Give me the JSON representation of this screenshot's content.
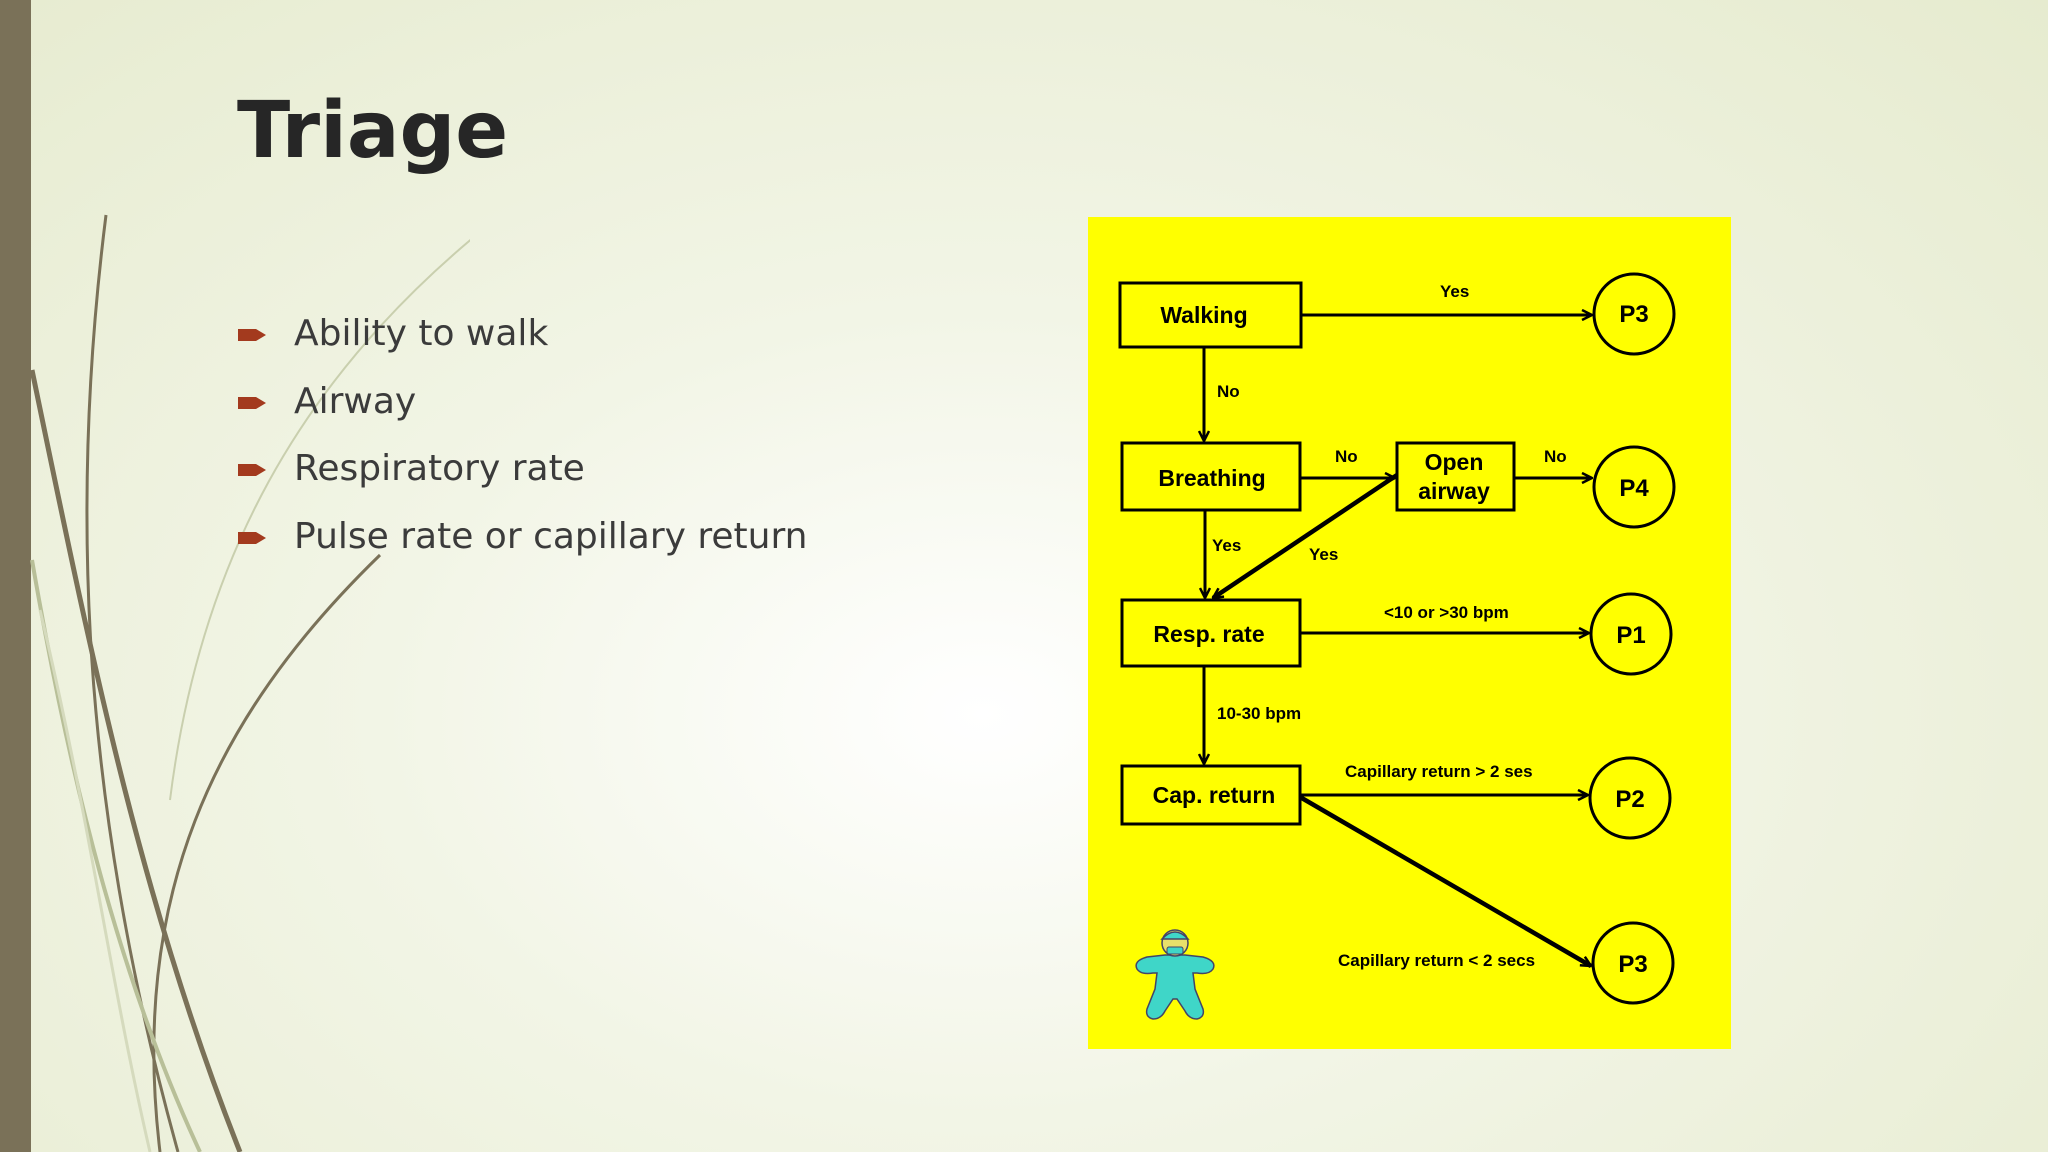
{
  "slide": {
    "title": "Triage",
    "bullets": [
      "Ability to walk",
      "Airway",
      "Respiratory rate",
      "Pulse rate or capillary return"
    ]
  },
  "colors": {
    "panel": "#ffff00",
    "accent_bar": "#7a7158",
    "bullet": "#a33a1e",
    "figure": "#3fd6c8"
  },
  "diagram": {
    "boxes": {
      "walking": "Walking",
      "breathing": "Breathing",
      "open_airway_1": "Open",
      "open_airway_2": "airway",
      "resp_rate": "Resp. rate",
      "cap_return": "Cap. return"
    },
    "nodes": {
      "p3_top": "P3",
      "p4": "P4",
      "p1": "P1",
      "p2": "P2",
      "p3_bottom": "P3"
    },
    "edges": {
      "walking_yes": "Yes",
      "walking_no": "No",
      "breathing_no": "No",
      "airway_no": "No",
      "breathing_yes": "Yes",
      "airway_yes": "Yes",
      "resp_abnormal": "<10 or >30 bpm",
      "resp_normal": "10-30 bpm",
      "cap_slow": "Capillary return > 2 ses",
      "cap_fast": "Capillary return < 2 secs"
    }
  }
}
